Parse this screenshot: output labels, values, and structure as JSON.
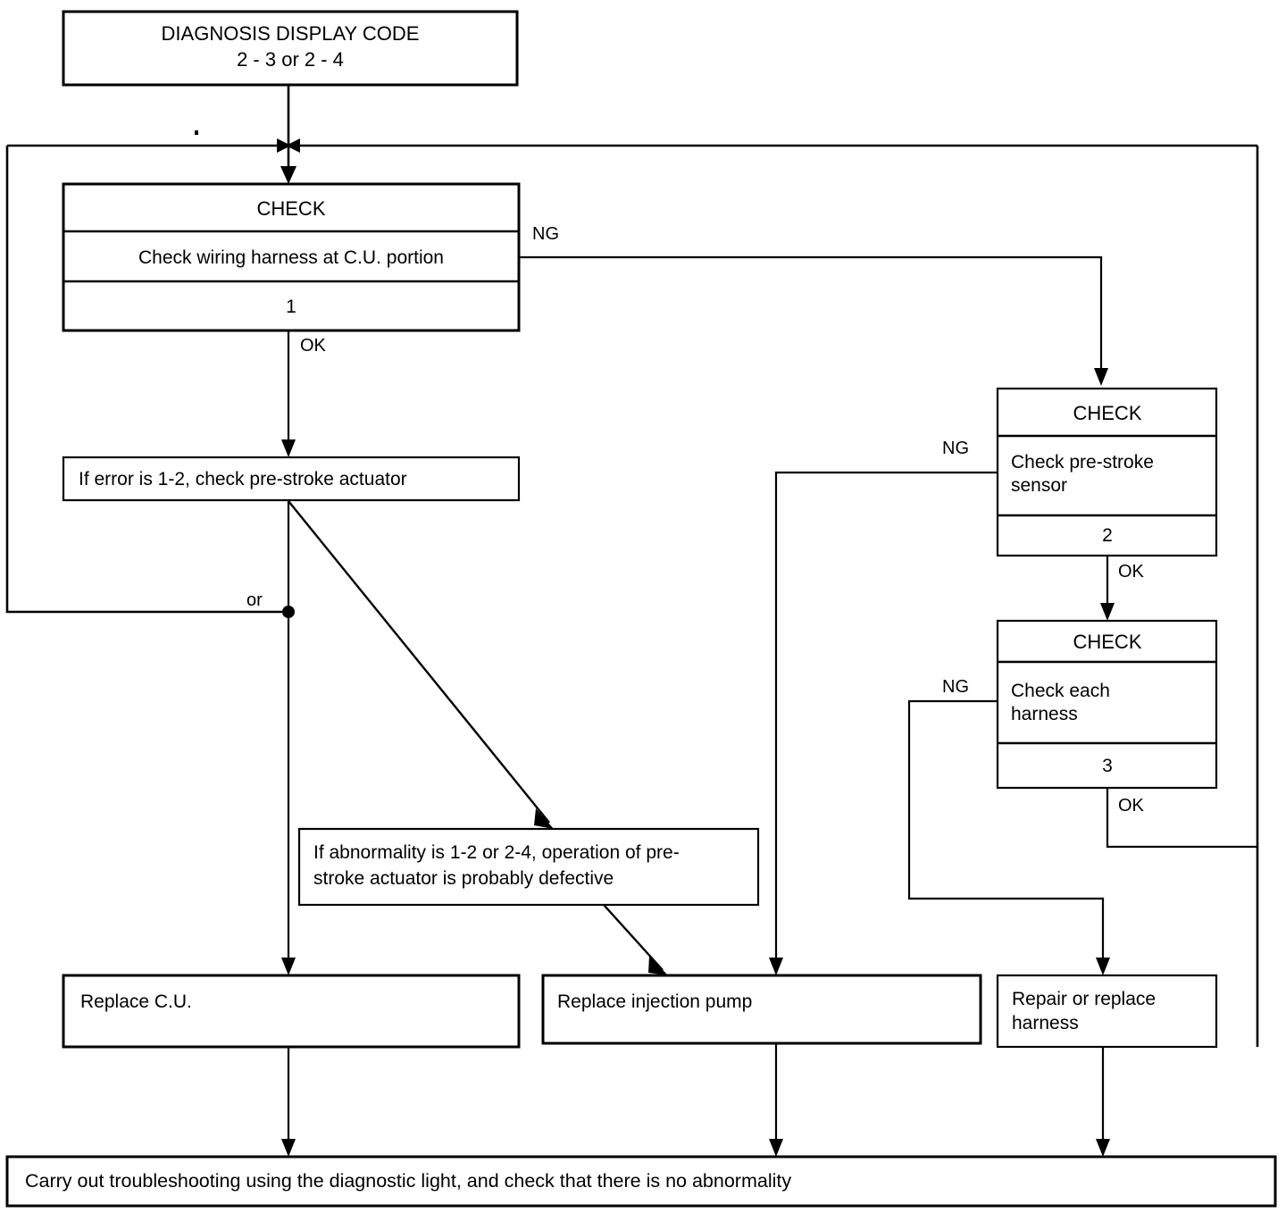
{
  "diagram": {
    "title": "Diagnosis display code 2-3 or 2-4 troubleshooting flowchart",
    "line_color": "#000000",
    "background_color": "#ffffff"
  },
  "nodes": {
    "start": {
      "line1": "DIAGNOSIS DISPLAY CODE",
      "line2": "2 - 3 or 2 - 4"
    },
    "check1": {
      "header": "CHECK",
      "body": "Check wiring harness at C.U. portion",
      "number": "1"
    },
    "check2": {
      "header": "CHECK",
      "body_line1": "Check pre-stroke",
      "body_line2": "sensor",
      "number": "2"
    },
    "check3": {
      "header": "CHECK",
      "body_line1": "Check each",
      "body_line2": "harness",
      "number": "3"
    },
    "error_note": {
      "text": "If error is 1-2, check pre-stroke actuator"
    },
    "abnormality_note": {
      "line1": "If abnormality is 1-2 or 2-4, operation of pre-",
      "line2": "stroke actuator is probably defective"
    },
    "replace_cu": {
      "text": "Replace C.U."
    },
    "replace_pump": {
      "text": "Replace injection pump"
    },
    "repair_harness": {
      "line1": "Repair or replace",
      "line2": "harness"
    },
    "final": {
      "text": "Carry out troubleshooting using the diagnostic light, and check that there is no abnormality"
    }
  },
  "edge_labels": {
    "check1_ng": "NG",
    "check1_ok": "OK",
    "check2_ng": "NG",
    "check2_ok": "OK",
    "check3_ng": "NG",
    "check3_ok": "OK",
    "or_branch": "or"
  }
}
